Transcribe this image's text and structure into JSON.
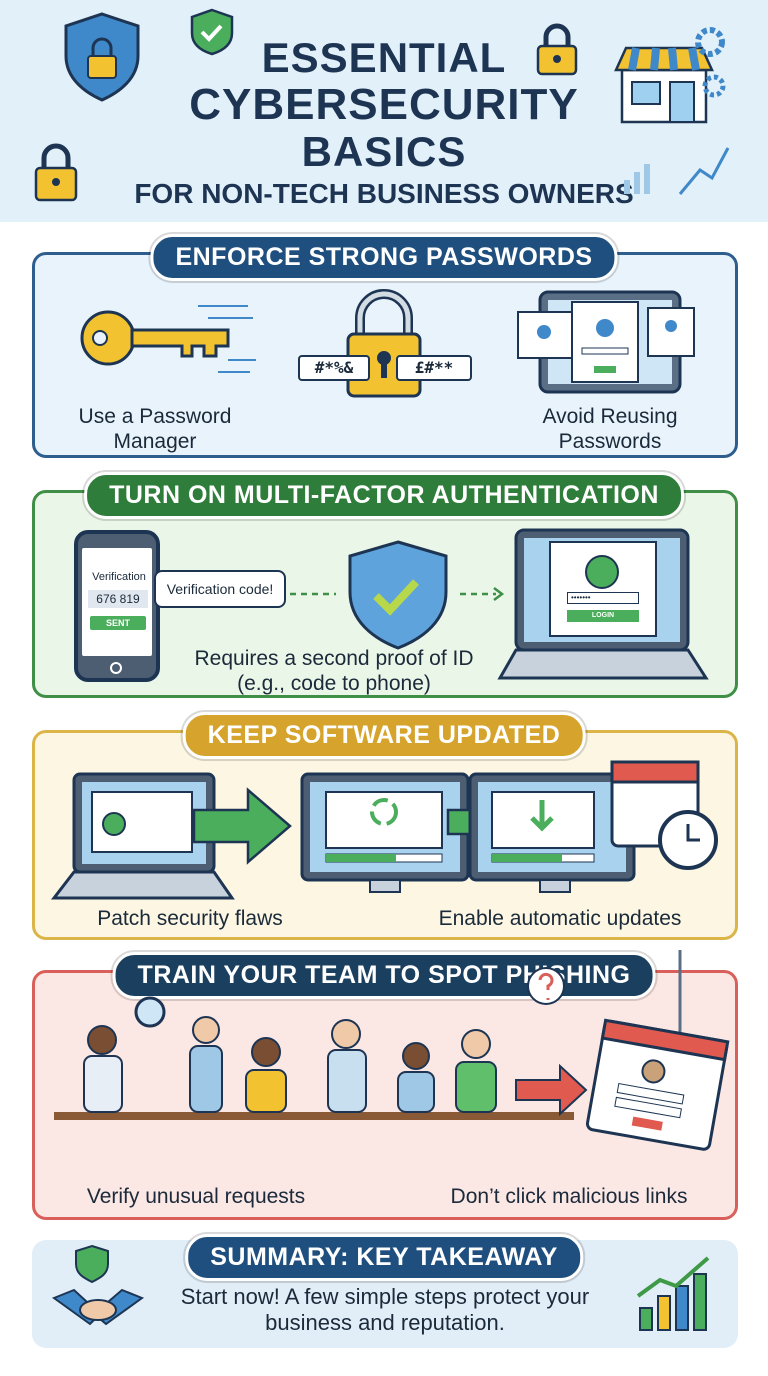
{
  "header": {
    "title_line1": "ESSENTIAL",
    "title_line2": "CYBERSECURITY",
    "title_line3": "BASICS",
    "subtitle": "FOR NON-TECH BUSINESS OWNERS"
  },
  "sections": [
    {
      "title": "ENFORCE STRONG PASSWORDS",
      "captions": [
        "Use a Password Manager",
        "Avoid Reusing Passwords"
      ],
      "lock_left": "#*%&",
      "lock_right": "£#**",
      "color": "#1f4f7e"
    },
    {
      "title": "TURN ON MULTI-FACTOR AUTHENTICATION",
      "phone_label": "Verification",
      "code": "676 819",
      "sent": "SENT",
      "bubble": "Verification code!",
      "caption": "Requires a second proof of ID (e.g., code to phone)",
      "password_mask": "•••••••",
      "login": "LOGIN",
      "color": "#2f7d3a"
    },
    {
      "title": "KEEP SOFTWARE UPDATED",
      "captions": [
        "Patch security flaws",
        "Enable automatic updates"
      ],
      "color": "#d6a42c"
    },
    {
      "title": "TRAIN YOUR TEAM TO SPOT PHISHING",
      "captions": [
        "Verify unusual requests",
        "Don’t click malicious links"
      ],
      "color": "#1b3f5e"
    },
    {
      "title": "SUMMARY: KEY TAKEAWAY",
      "text": "Start now! A few simple steps protect your business and reputation.",
      "color": "#1f4f7e"
    }
  ]
}
